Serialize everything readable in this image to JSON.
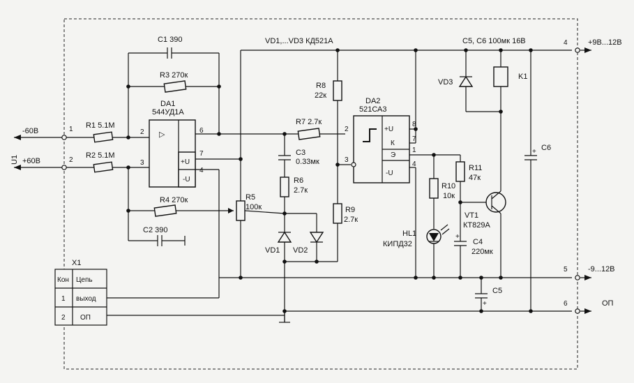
{
  "side_label": "U1",
  "inputs": {
    "minus": "-60В",
    "plus": "+60В"
  },
  "outputs": {
    "plus_supply": "+9В...12В",
    "minus_supply": "-9...12В",
    "common": "ОП"
  },
  "pins": {
    "in1": "1",
    "in2": "2",
    "out4": "4",
    "out5": "5",
    "out6": "6"
  },
  "da1": {
    "name": "DA1",
    "type": "544УД1А",
    "pin_in1": "2",
    "pin_in2": "3",
    "pin_out": "6",
    "pin_vp": "7",
    "pin_vm": "4",
    "plus_u": "+U",
    "minus_u": "-U",
    "symbol": "▷"
  },
  "da2": {
    "name": "DA2",
    "type": "521СА3",
    "pin2": "2",
    "pin3": "3",
    "pin8": "8",
    "pin7": "7",
    "pin1": "1",
    "pin4": "4",
    "plus_u": "+U",
    "k": "К",
    "e": "Э",
    "minus_u": "-U"
  },
  "parts": {
    "r1": "R1 5.1М",
    "r2": "R2 5.1М",
    "r3": "R3 270к",
    "r4": "R4 270к",
    "c1": "C1 390",
    "c2": "C2 390",
    "r5_name": "R5",
    "r5_val": "100к",
    "r6_name": "R6",
    "r6_val": "2.7к",
    "r7": "R7 2.7к",
    "r8_name": "R8",
    "r8_val": "22к",
    "r9_name": "R9",
    "r9_val": "2.7к",
    "c3_name": "C3",
    "c3_val": "0.33мк",
    "r10_name": "R10",
    "r10_val": "10к",
    "r11_name": "R11",
    "r11_val": "47к",
    "c4_name": "C4",
    "c4_val": "220мк",
    "c5": "C5",
    "c6": "C6",
    "vd_note": "VD1,...VD3  КД521А",
    "c56_note": "C5, C6 100мк 16В",
    "vd1": "VD1",
    "vd2": "VD2",
    "vd3": "VD3",
    "k1": "K1",
    "hl1_name": "HL1",
    "hl1_type": "КИПД32",
    "vt1_name": "VT1",
    "vt1_type": "КТ829А"
  },
  "x1": {
    "name": "X1",
    "head_pin": "Кон",
    "head_circ": "Цепь",
    "rows": [
      {
        "pin": "1",
        "circ": "выход"
      },
      {
        "pin": "2",
        "circ": "ОП"
      }
    ]
  }
}
